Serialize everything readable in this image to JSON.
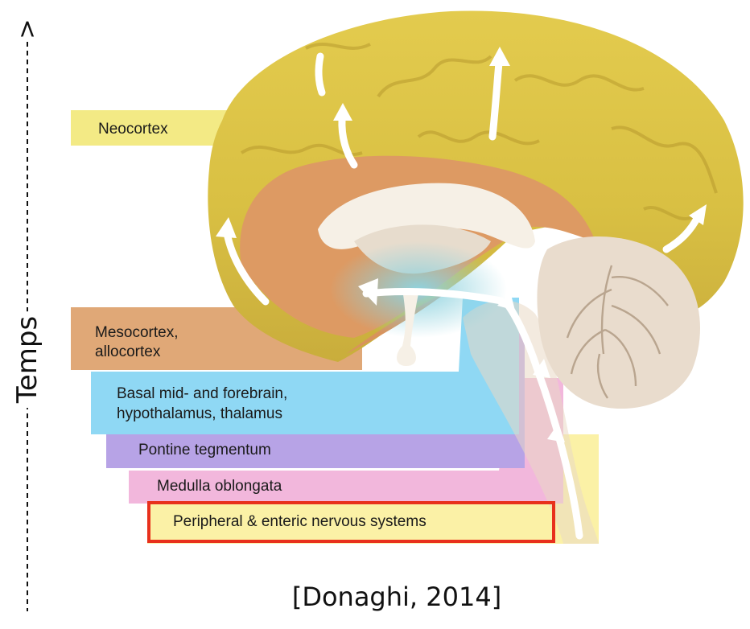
{
  "labels": {
    "neocortex": "Neocortex",
    "mesocortex_line1": "Mesocortex,",
    "mesocortex_line2": "allocortex",
    "basal_line1": "Basal mid- and forebrain,",
    "basal_line2": "hypothalamus, thalamus",
    "pontine": "Pontine tegmentum",
    "medulla": "Medulla oblongata",
    "peripheral": "Peripheral & enteric nervous systems"
  },
  "axis": {
    "word": "Temps",
    "arrow": ">"
  },
  "citation": "[Donaghi, 2014]",
  "colors": {
    "neocortex": "#f3ea85",
    "mesocortex": "#e0a877",
    "basal": "#8fd8f4",
    "pontine": "#b7a3e6",
    "medulla": "#f2b7dc",
    "peripheral": "#fbf1a6",
    "highlight_box": "#e8301c",
    "brain_cortex": "#d6b744",
    "brain_inner": "#e2a06a",
    "cerebellum": "#e9dccd"
  }
}
